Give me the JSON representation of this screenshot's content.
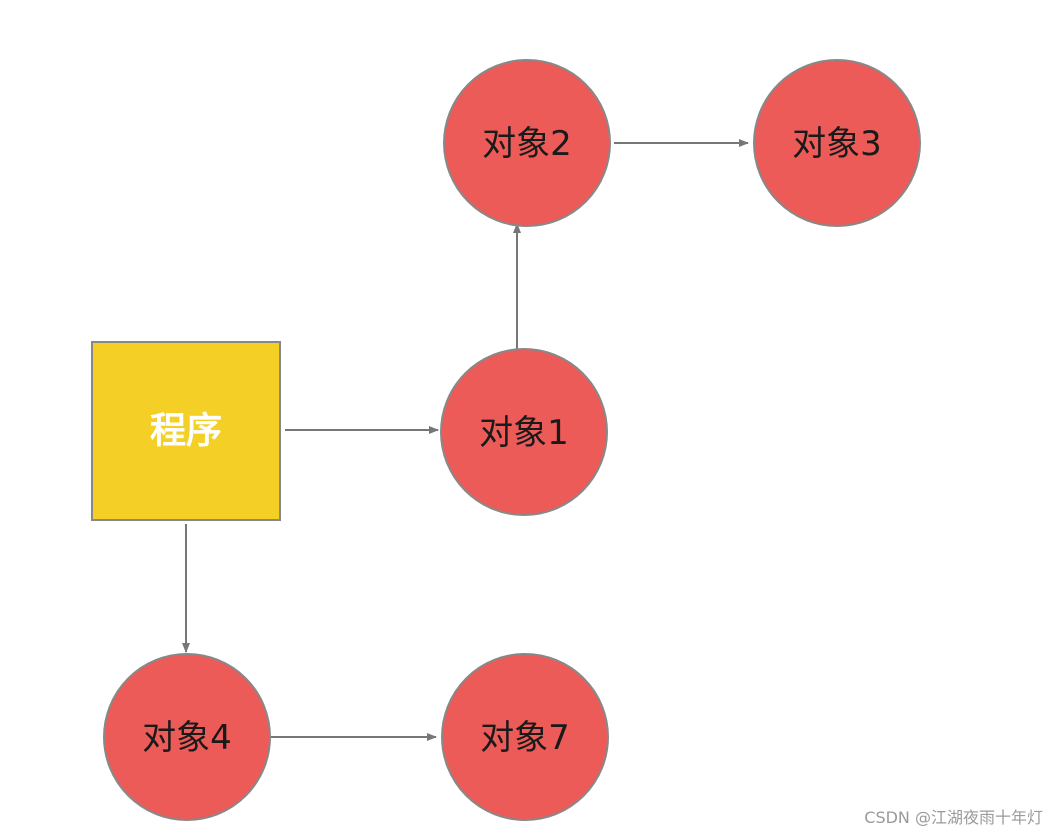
{
  "nodes": {
    "program": {
      "label": "程序",
      "shape": "square"
    },
    "obj1": {
      "label": "对象1",
      "shape": "circle"
    },
    "obj2": {
      "label": "对象2",
      "shape": "circle"
    },
    "obj3": {
      "label": "对象3",
      "shape": "circle"
    },
    "obj4": {
      "label": "对象4",
      "shape": "circle"
    },
    "obj7": {
      "label": "对象7",
      "shape": "circle"
    }
  },
  "edges": [
    {
      "from": "program",
      "to": "obj1"
    },
    {
      "from": "obj1",
      "to": "obj2"
    },
    {
      "from": "obj2",
      "to": "obj3"
    },
    {
      "from": "program",
      "to": "obj4"
    },
    {
      "from": "obj4",
      "to": "obj7"
    }
  ],
  "colors": {
    "square_fill": "#f4d026",
    "circle_fill": "#ec5b58",
    "outline": "#888888",
    "edge": "#777777"
  },
  "watermark": "CSDN @江湖夜雨十年灯"
}
